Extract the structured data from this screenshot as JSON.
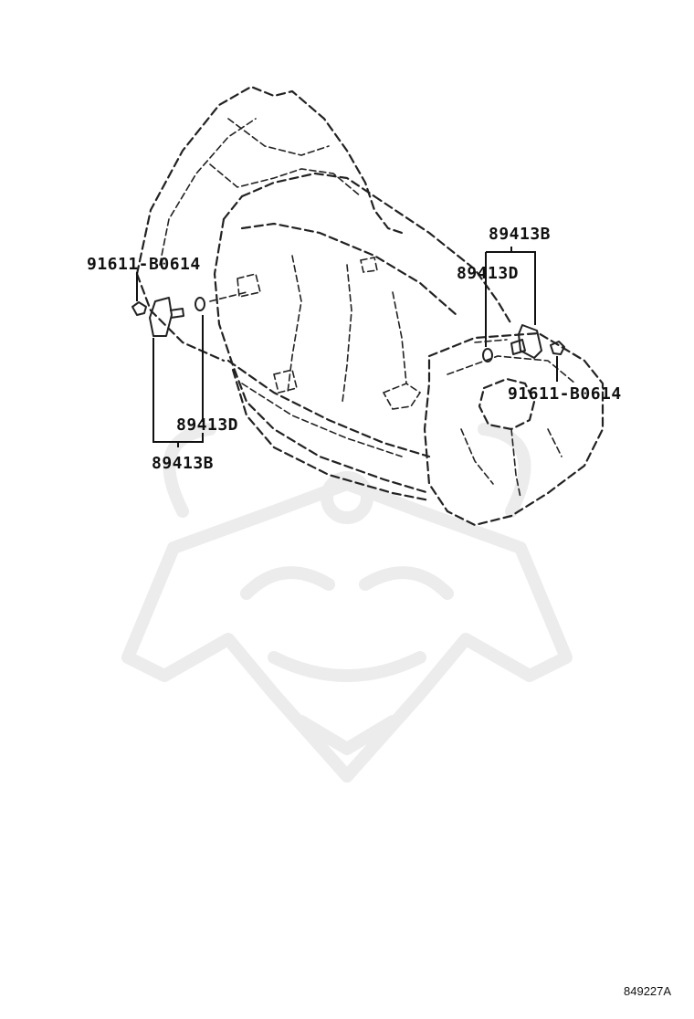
{
  "labels": {
    "left_bolt": "91611-B0614",
    "left_oring": "89413D",
    "left_sensor": "89413B",
    "right_sensor": "89413B",
    "right_oring": "89413D",
    "right_bolt": "91611-B0614"
  },
  "diagram_id": "849227A"
}
